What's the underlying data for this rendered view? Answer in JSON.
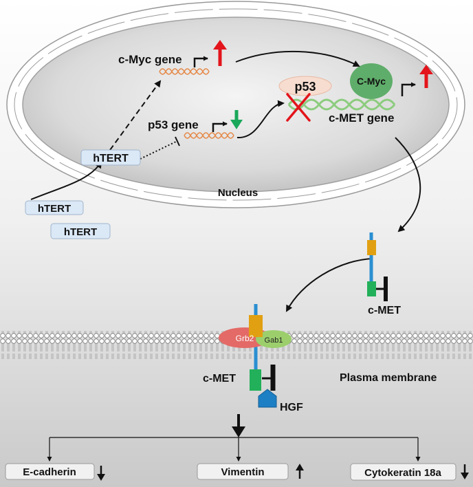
{
  "labels": {
    "cmyc_gene": "c-Myc gene",
    "p53_gene": "p53 gene",
    "cmet_gene": "c-MET gene",
    "p53_protein": "p53",
    "cmyc_protein": "C-Myc",
    "htert_nucleus": "hTERT",
    "htert_cyto_1": "hTERT",
    "htert_cyto_2": "hTERT",
    "nucleus": "Nucleus",
    "cmet_receptor": "c-MET",
    "cmet_membrane": "c-MET",
    "grb2": "Grb2",
    "gab1": "Gab1",
    "hgf": "HGF",
    "plasma_membrane": "Plasma membrane"
  },
  "outputs": [
    {
      "label": "E-cadherin",
      "direction": "down"
    },
    {
      "label": "Vimentin",
      "direction": "up"
    },
    {
      "label": "Cytokeratin 18a",
      "direction": "down"
    }
  ],
  "colors": {
    "up_red": "#e3141b",
    "down_green": "#19a85a",
    "cmyc_dna": "#e58a4a",
    "cmet_dna": "#8ccc7e",
    "cmyc_protein": "#5fad6a",
    "p53_protein": "#f7ddd0",
    "grb2": "#e36a66",
    "gab1": "#9ccf6c",
    "hgf": "#1d7fc4",
    "receptor_stalk": "#2a8fd1",
    "receptor_orange": "#e1a012",
    "receptor_green": "#23b05a"
  }
}
